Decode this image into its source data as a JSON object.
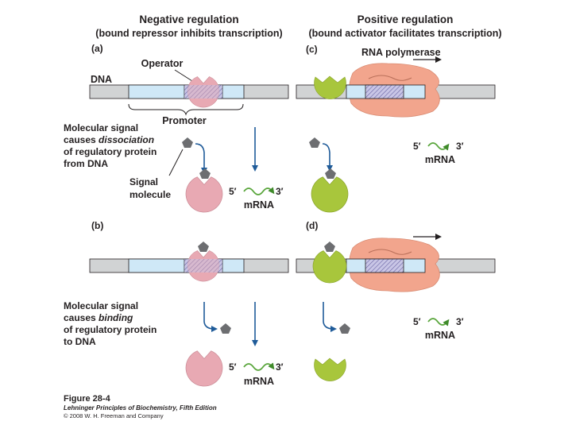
{
  "titles": {
    "negative": "Negative regulation",
    "negative_sub": "(bound repressor inhibits transcription)",
    "positive": "Positive regulation",
    "positive_sub": "(bound activator facilitates transcription)"
  },
  "panels": {
    "a": "(a)",
    "b": "(b)",
    "c": "(c)",
    "d": "(d)"
  },
  "labels": {
    "operator": "Operator",
    "dna": "DNA",
    "promoter": "Promoter",
    "rna_polymerase": "RNA polymerase",
    "signal_molecule_1": "Signal",
    "signal_molecule_2": "molecule",
    "five_prime": "5′",
    "three_prime": "3′",
    "mrna": "mRNA"
  },
  "captions": {
    "dissociation": {
      "line1": "Molecular signal",
      "line2_pre": "causes ",
      "line2_em": "dissociation",
      "line3": "of regulatory protein",
      "line4": "from DNA"
    },
    "binding": {
      "line1": "Molecular signal",
      "line2_pre": "causes ",
      "line2_em": "binding",
      "line3": "of regulatory protein",
      "line4": "to DNA"
    }
  },
  "footer": {
    "figure": "Figure 28-4",
    "book": "Lehninger Principles of Biochemistry, Fifth Edition",
    "copyright": "© 2008 W. H. Freeman and Company"
  },
  "colors": {
    "dna_gray": "#d1d3d4",
    "promoter_blue": "#cfe8f7",
    "operator_hatch": "#b8b5dc",
    "repressor_pink": "#e8a9b3",
    "activator_green": "#a8c63c",
    "polymerase_salmon": "#f2a58d",
    "signal_gray": "#6d6e71",
    "arrow_blue": "#1f5b99",
    "mrna_green": "#58a53a"
  }
}
